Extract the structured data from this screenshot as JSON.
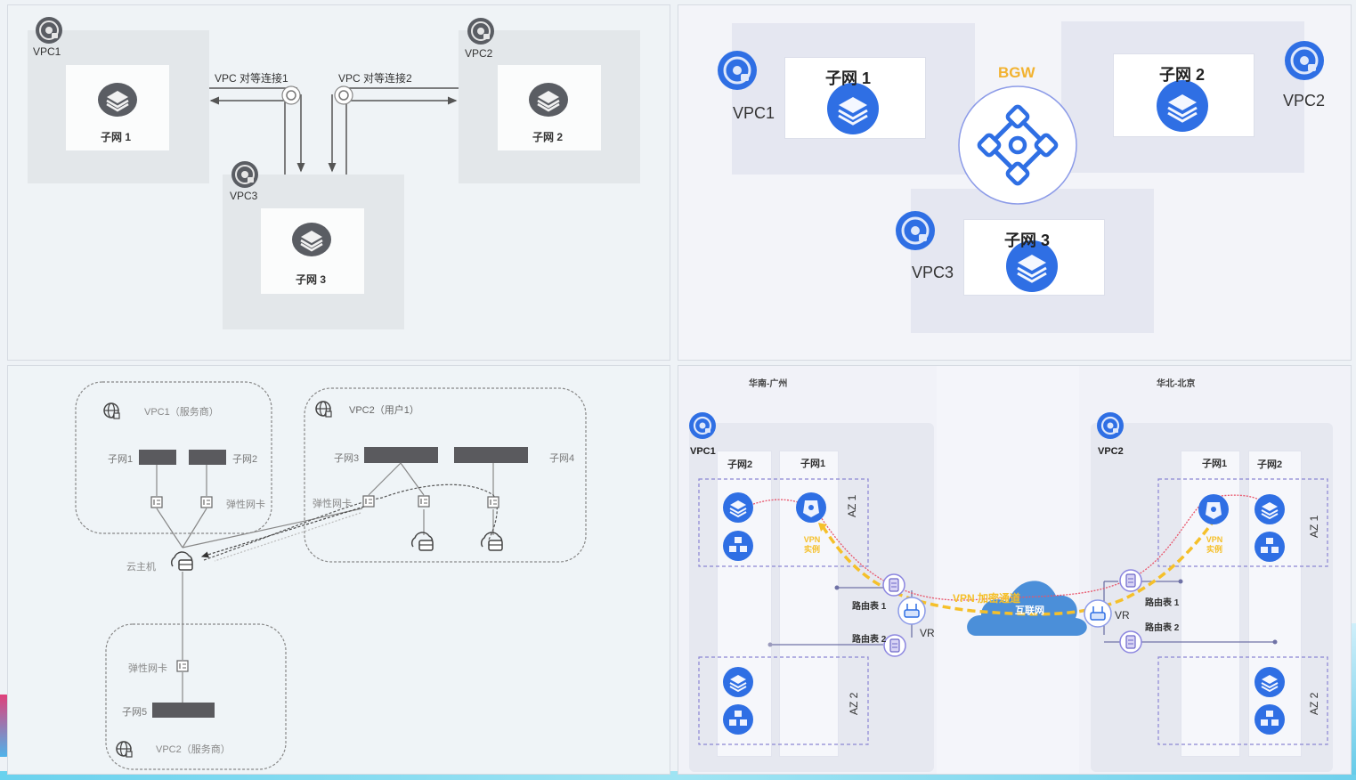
{
  "panel_peering": {
    "vpcs": [
      "VPC1",
      "VPC2",
      "VPC3"
    ],
    "subnets": [
      "子网 1",
      "子网 2",
      "子网 3"
    ],
    "connections": [
      "VPC 对等连接1",
      "VPC 对等连接2"
    ]
  },
  "panel_bgw": {
    "vpcs": [
      "VPC1",
      "VPC2",
      "VPC3"
    ],
    "subnets": [
      "子网 1",
      "子网 2",
      "子网 3"
    ],
    "gateway_label": "BGW",
    "colors": {
      "accent": "#2f6fe4",
      "gateway_label": "#f2b230"
    }
  },
  "panel_eni": {
    "vpc1_label": "VPC1（服务商）",
    "vpc2_user_label": "VPC2（用户1）",
    "vpc2_provider_label": "VPC2（服务商）",
    "subnets": [
      "子网1",
      "子网2",
      "子网3",
      "子网4",
      "子网5"
    ],
    "eni_label": "弹性网卡",
    "host_label": "云主机"
  },
  "panel_vpn": {
    "regions": [
      "华南-广州",
      "华北-北京"
    ],
    "vpcs": [
      "VPC1",
      "VPC2"
    ],
    "subnet_cols_left": [
      "子网2",
      "子网1"
    ],
    "subnet_cols_right": [
      "子网1",
      "子网2"
    ],
    "azs": [
      "AZ 1",
      "AZ 2"
    ],
    "vpn_instance_label": "VPN 实例",
    "route_tables": [
      "路由表 1",
      "路由表 2"
    ],
    "router_label": "VR",
    "tunnel_label": "VPN 加密通道",
    "internet_label": "互联网",
    "colors": {
      "accent": "#2f6fe4",
      "vpn": "#f5c02a",
      "path": "#e8546a"
    }
  }
}
